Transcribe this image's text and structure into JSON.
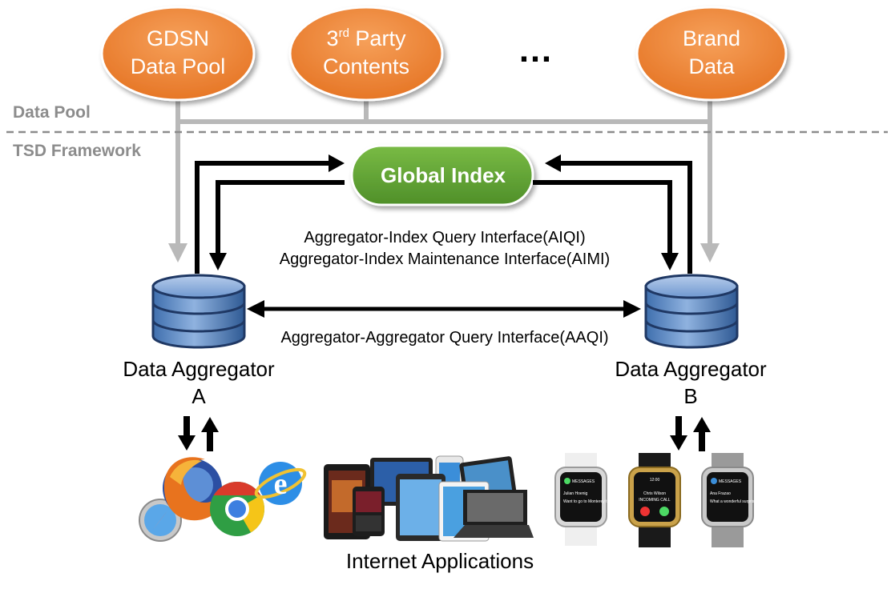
{
  "data_pools": [
    {
      "line1": "GDSN",
      "line2": "Data Pool"
    },
    {
      "line1_base": "3",
      "line1_sup": "rd",
      "line1_rest": " Party",
      "line2": "Contents"
    },
    {
      "line1": "Brand",
      "line2": "Data"
    }
  ],
  "ellipsis": "…",
  "sections": {
    "data_pool": "Data Pool",
    "tsd_framework": "TSD Framework"
  },
  "global_index": "Global Index",
  "interfaces": {
    "aiqi": "Aggregator-Index Query Interface(AIQI)",
    "aimi": "Aggregator-Index Maintenance Interface(AIMI)",
    "aaqi": "Aggregator-Aggregator Query Interface(AAQI)"
  },
  "aggregators": [
    {
      "line1": "Data Aggregator",
      "line2": "A"
    },
    {
      "line1": "Data Aggregator",
      "line2": "B"
    }
  ],
  "internet_applications": "Internet Applications",
  "browser_letters": {
    "ie": "e"
  },
  "watch_screens": [
    {
      "header": "MESSAGES",
      "name": "Julian Hoenig",
      "body": "Want to go to Monterey this weekend?"
    },
    {
      "header": "12:00",
      "name": "Chris Wilson",
      "body": "INCOMING CALL"
    },
    {
      "header": "MESSAGES",
      "name": "Ana Frazao",
      "body": "What a wonderful surprise"
    }
  ],
  "colors": {
    "pool_orange": "#ee7f2d",
    "index_green": "#5c9e32",
    "database_blue": "#4f81bd",
    "database_dark": "#1f3864",
    "connector_gray": "#b9b9b9"
  }
}
